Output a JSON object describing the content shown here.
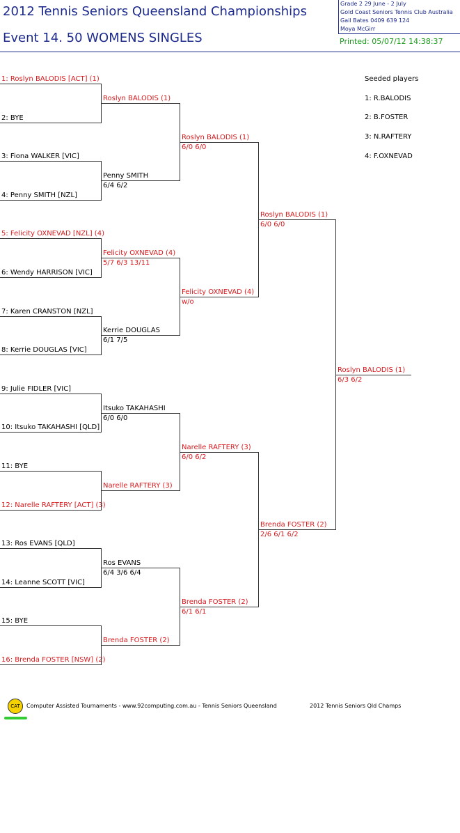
{
  "header": {
    "title": "2012 Tennis Seniors Queensland Championships",
    "event": "Event 14. 50 WOMENS SINGLES",
    "info": [
      "Grade 2    29 June - 2 July",
      "Gold Coast Seniors Tennis Club    Australia",
      "Gail Bates    0409 639 124",
      "Moya McGirr"
    ],
    "printed": "Printed: 05/07/12 14:38:37"
  },
  "round1": [
    {
      "label": "1: Roslyn BALODIS [ACT] (1)",
      "seed": true
    },
    {
      "label": "2: BYE",
      "seed": false
    },
    {
      "label": "3: Fiona WALKER [VIC]",
      "seed": false
    },
    {
      "label": "4: Penny SMITH [NZL]",
      "seed": false
    },
    {
      "label": "5: Felicity OXNEVAD [NZL] (4)",
      "seed": true
    },
    {
      "label": "6: Wendy HARRISON [VIC]",
      "seed": false
    },
    {
      "label": "7: Karen CRANSTON [NZL]",
      "seed": false
    },
    {
      "label": "8: Kerrie DOUGLAS [VIC]",
      "seed": false
    },
    {
      "label": "9: Julie FIDLER [VIC]",
      "seed": false
    },
    {
      "label": "10: Itsuko TAKAHASHI [QLD]",
      "seed": false
    },
    {
      "label": "11: BYE",
      "seed": false
    },
    {
      "label": "12: Narelle RAFTERY [ACT] (3)",
      "seed": true
    },
    {
      "label": "13: Ros EVANS [QLD]",
      "seed": false
    },
    {
      "label": "14: Leanne SCOTT [VIC]",
      "seed": false
    },
    {
      "label": "15: BYE",
      "seed": false
    },
    {
      "label": "16: Brenda FOSTER [NSW] (2)",
      "seed": true
    }
  ],
  "round2": [
    {
      "name": "Roslyn BALODIS (1)",
      "score": "",
      "seed": true
    },
    {
      "name": "Penny SMITH",
      "score": "6/4 6/2",
      "seed": false
    },
    {
      "name": "Felicity OXNEVAD (4)",
      "score": "5/7 6/3 13/11",
      "seed": true
    },
    {
      "name": "Kerrie DOUGLAS",
      "score": "6/1 7/5",
      "seed": false
    },
    {
      "name": "Itsuko TAKAHASHI",
      "score": "6/0 6/0",
      "seed": false
    },
    {
      "name": "Narelle RAFTERY (3)",
      "score": "",
      "seed": true
    },
    {
      "name": "Ros EVANS",
      "score": "6/4 3/6 6/4",
      "seed": false
    },
    {
      "name": "Brenda FOSTER (2)",
      "score": "",
      "seed": true
    }
  ],
  "round3": [
    {
      "name": "Roslyn BALODIS (1)",
      "score": "6/0 6/0",
      "seed": true
    },
    {
      "name": "Felicity OXNEVAD (4)",
      "score": "w/o",
      "seed": true
    },
    {
      "name": "Narelle RAFTERY (3)",
      "score": "6/0 6/2",
      "seed": true
    },
    {
      "name": "Brenda FOSTER (2)",
      "score": "6/1 6/1",
      "seed": true
    }
  ],
  "round4": [
    {
      "name": "Roslyn BALODIS (1)",
      "score": "6/0 6/0",
      "seed": true
    },
    {
      "name": "Brenda FOSTER (2)",
      "score": "2/6 6/1 6/2",
      "seed": true
    }
  ],
  "final": {
    "name": "Roslyn BALODIS (1)",
    "score": "6/3 6/2",
    "seed": true
  },
  "seeds": {
    "title": "Seeded players",
    "list": [
      "1: R.BALODIS",
      "2: B.FOSTER",
      "3: N.RAFTERY",
      "4: F.OXNEVAD"
    ]
  },
  "footer": {
    "logo": "CAT",
    "credits": "Computer Assisted Tournaments - www.92computing.com.au  -  Tennis Seniors Queensland",
    "event": "2012 Tennis Seniors Qld Champs"
  },
  "colors": {
    "seed": "#d8191c",
    "normal": "#000000",
    "title": "#1c2a8c",
    "printed": "#1a9a1a"
  }
}
